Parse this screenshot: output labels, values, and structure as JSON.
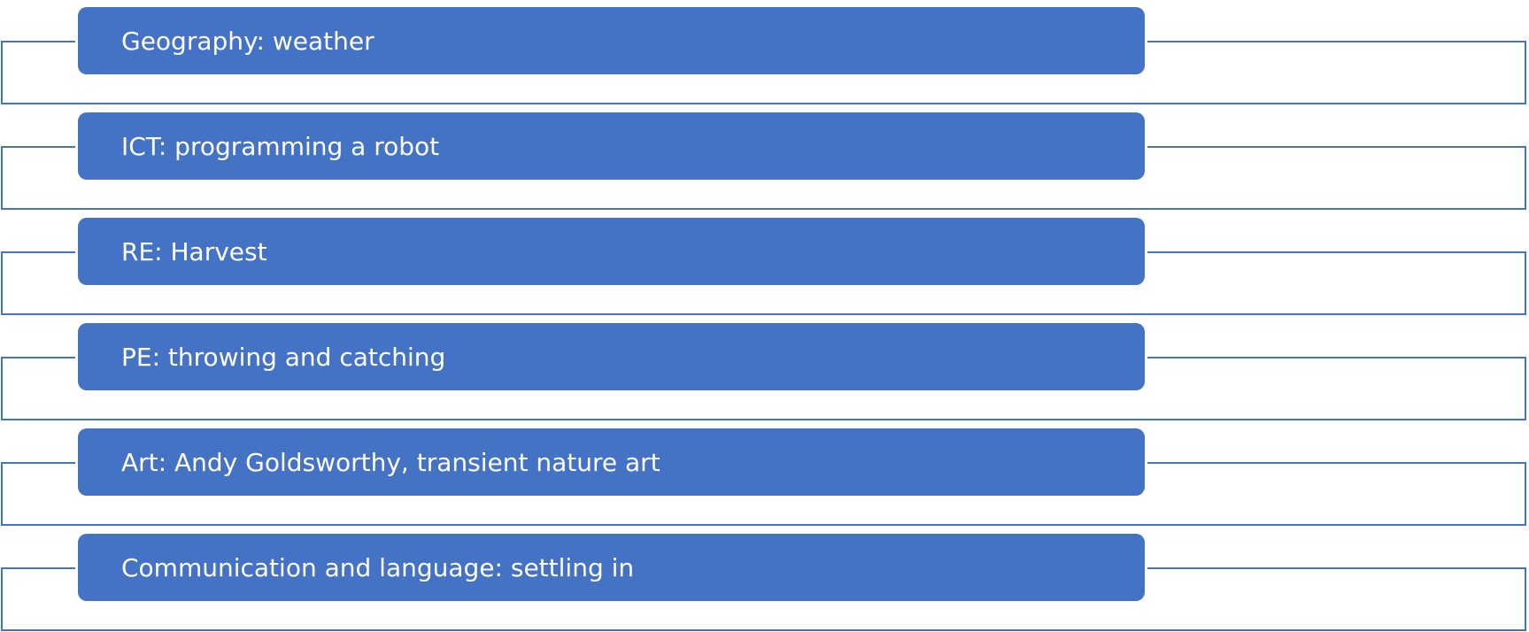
{
  "diagram": {
    "colors": {
      "accent": "#4472c4",
      "text": "#ffffff",
      "background": "#ffffff"
    },
    "items": [
      {
        "label": "Geography: weather"
      },
      {
        "label": "ICT: programming a robot"
      },
      {
        "label": "RE: Harvest"
      },
      {
        "label": "PE: throwing and catching"
      },
      {
        "label": "Art: Andy Goldsworthy, transient nature art"
      },
      {
        "label": "Communication and language: settling in"
      }
    ]
  }
}
